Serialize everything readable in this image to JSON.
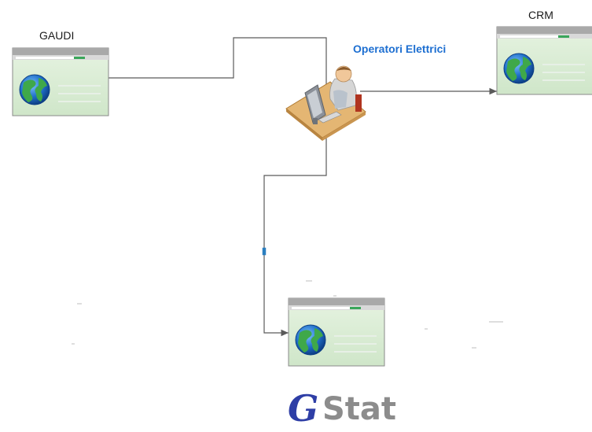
{
  "nodes": {
    "gaudi": {
      "label": "GAUDI"
    },
    "crm": {
      "label": "CRM"
    },
    "operator": {
      "label": "Operatori Elettrici"
    },
    "bottom": {
      "label": ""
    }
  },
  "logo": {
    "mark": "G",
    "text": "Stat",
    "mark_color": "#2e3ea6",
    "text_color": "#8c8c8c"
  },
  "colors": {
    "connector": "#5a5a5a",
    "window_body": "#dbeed6",
    "window_border": "#8a8a8a",
    "window_titlebar": "#b9b9b9",
    "accent_green": "#3aa65a",
    "operator_label": "#1d6fd1"
  },
  "icons": [
    "web-window-icon",
    "globe-icon",
    "operator-workstation-icon"
  ]
}
